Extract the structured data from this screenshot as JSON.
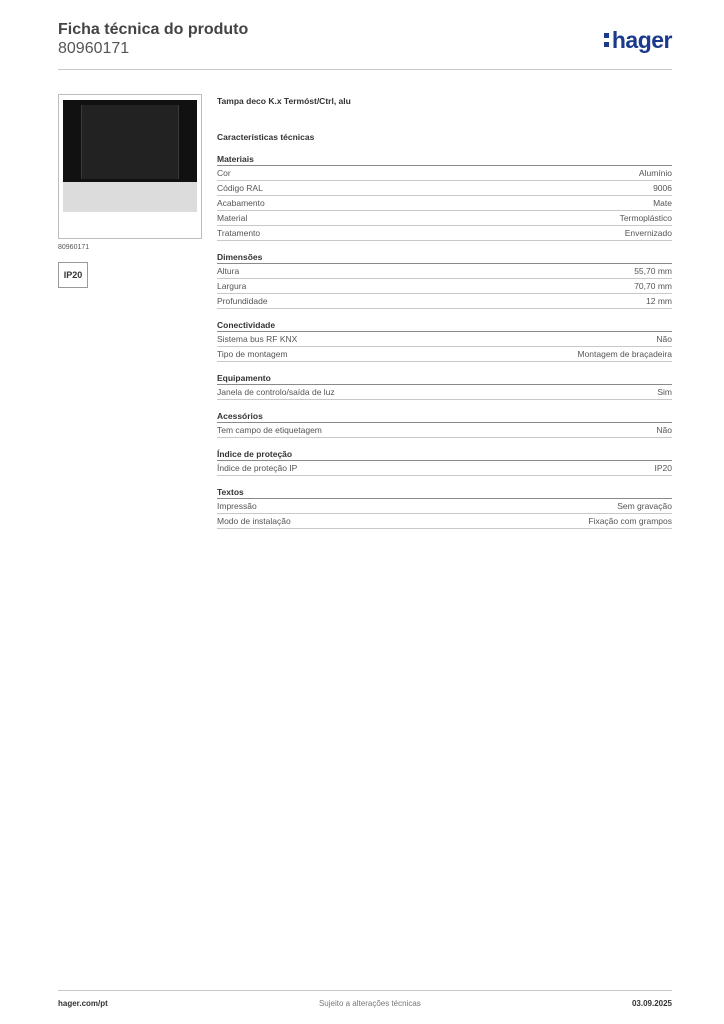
{
  "header": {
    "title": "Ficha técnica do produto",
    "product_number": "80960171",
    "logo_text": "hager"
  },
  "product": {
    "image_code": "80960171",
    "ip_badge": "IP20",
    "name": "Tampa deco K.x Termóst/Ctrl, alu"
  },
  "characteristics_title": "Características técnicas",
  "sections": [
    {
      "title": "Materiais",
      "rows": [
        {
          "label": "Cor",
          "value": "Alumínio"
        },
        {
          "label": "Código RAL",
          "value": "9006"
        },
        {
          "label": "Acabamento",
          "value": "Mate"
        },
        {
          "label": "Material",
          "value": "Termoplástico"
        },
        {
          "label": "Tratamento",
          "value": "Envernizado"
        }
      ]
    },
    {
      "title": "Dimensões",
      "rows": [
        {
          "label": "Altura",
          "value": "55,70 mm"
        },
        {
          "label": "Largura",
          "value": "70,70 mm"
        },
        {
          "label": "Profundidade",
          "value": "12 mm"
        }
      ]
    },
    {
      "title": "Conectividade",
      "rows": [
        {
          "label": "Sistema bus RF KNX",
          "value": "Não"
        },
        {
          "label": "Tipo de montagem",
          "value": "Montagem de braçadeira"
        }
      ]
    },
    {
      "title": "Equipamento",
      "rows": [
        {
          "label": "Janela de controlo/saída de luz",
          "value": "Sim"
        }
      ]
    },
    {
      "title": "Acessórios",
      "rows": [
        {
          "label": "Tem campo de etiquetagem",
          "value": "Não"
        }
      ]
    },
    {
      "title": "Índice de proteção",
      "rows": [
        {
          "label": "Índice de proteção IP",
          "value": "IP20"
        }
      ]
    },
    {
      "title": "Textos",
      "rows": [
        {
          "label": "Impressão",
          "value": "Sem gravação"
        },
        {
          "label": "Modo de instalação",
          "value": "Fixação com grampos"
        }
      ]
    }
  ],
  "footer": {
    "website": "hager.com/pt",
    "note": "Sujeito a alterações técnicas",
    "date": "03.09.2025"
  },
  "colors": {
    "logo": "#1b3a8c",
    "text": "#333333",
    "rule": "#c8c8c8"
  }
}
